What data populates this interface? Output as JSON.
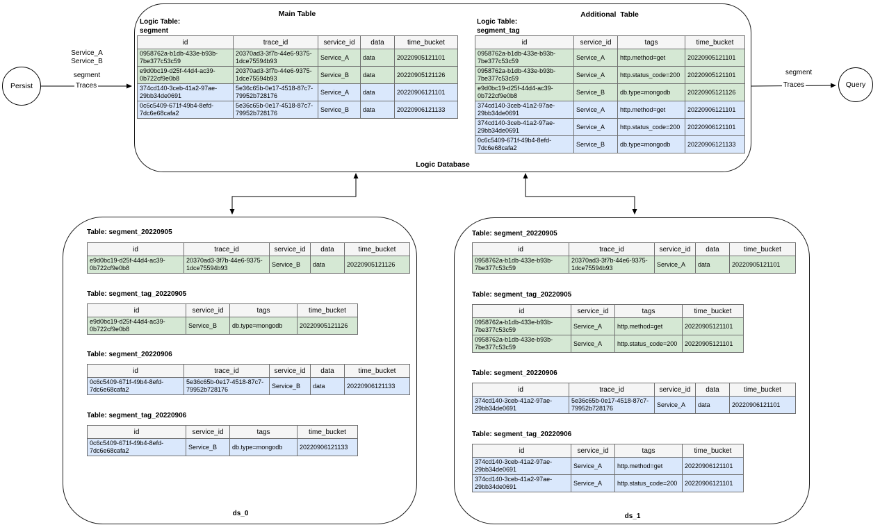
{
  "colors": {
    "green": "#d5e8d4",
    "blue": "#dae8fc",
    "header_bg": "#f5f5f5"
  },
  "nodes": {
    "persist": "Persist",
    "query": "Query"
  },
  "edges": {
    "persist": {
      "labels": [
        "Service_A",
        "Service_B",
        "segment"
      ],
      "line_label": "Traces"
    },
    "query": {
      "labels": [
        "segment"
      ],
      "line_label": "Traces"
    }
  },
  "logic_database": {
    "footer_label": "Logic Database",
    "main": {
      "title": "Main Table",
      "caption_line1": "Logic Table:",
      "caption_line2": "segment",
      "table": {
        "columns": [
          "id",
          "trace_id",
          "service_id",
          "data",
          "time_bucket"
        ],
        "rows": [
          {
            "color": "green",
            "cells": [
              "0958762a-b1db-433e-b93b-7be377c53c59",
              "20370ad3-3f7b-44e6-9375-1dce75594b93",
              "Service_A",
              "data",
              "20220905121101"
            ]
          },
          {
            "color": "green",
            "cells": [
              "e9d0bc19-d25f-44d4-ac39-0b722cf9e0b8",
              "20370ad3-3f7b-44e6-9375-1dce75594b93",
              "Service_B",
              "data",
              "20220905121126"
            ]
          },
          {
            "color": "blue",
            "cells": [
              "374cd140-3ceb-41a2-97ae-29bb34de0691",
              "5e36c65b-0e17-4518-87c7-79952b728176",
              "Service_A",
              "data",
              "20220906121101"
            ]
          },
          {
            "color": "blue",
            "cells": [
              "0c6c5409-671f-49b4-8efd-7dc6e68cafa2",
              "5e36c65b-0e17-4518-87c7-79952b728176",
              "Service_B",
              "data",
              "20220906121133"
            ]
          }
        ]
      }
    },
    "additional": {
      "title": "Additional  Table",
      "caption_line1": "Logic Table:",
      "caption_line2": "segment_tag",
      "table": {
        "columns": [
          "id",
          "service_id",
          "tags",
          "time_bucket"
        ],
        "rows": [
          {
            "color": "green",
            "cells": [
              "0958762a-b1db-433e-b93b-7be377c53c59",
              "Service_A",
              "http.method=get",
              "20220905121101"
            ]
          },
          {
            "color": "green",
            "cells": [
              "0958762a-b1db-433e-b93b-7be377c53c59",
              "Service_A",
              "http.status_code=200",
              "20220905121101"
            ]
          },
          {
            "color": "green",
            "cells": [
              "e9d0bc19-d25f-44d4-ac39-0b722cf9e0b8",
              "Service_B",
              "db.type=mongodb",
              "20220905121126"
            ]
          },
          {
            "color": "blue",
            "cells": [
              "374cd140-3ceb-41a2-97ae-29bb34de0691",
              "Service_A",
              "http.method=get",
              "20220906121101"
            ]
          },
          {
            "color": "blue",
            "cells": [
              "374cd140-3ceb-41a2-97ae-29bb34de0691",
              "Service_A",
              "http.status_code=200",
              "20220906121101"
            ]
          },
          {
            "color": "blue",
            "cells": [
              "0c6c5409-671f-49b4-8efd-7dc6e68cafa2",
              "Service_B",
              "db.type=mongodb",
              "20220906121133"
            ]
          }
        ]
      }
    }
  },
  "ds0": {
    "label": "ds_0",
    "tables": [
      {
        "caption": "Table: segment_20220905",
        "columns": [
          "id",
          "trace_id",
          "service_id",
          "data",
          "time_bucket"
        ],
        "rows": [
          {
            "color": "green",
            "cells": [
              "e9d0bc19-d25f-44d4-ac39-0b722cf9e0b8",
              "20370ad3-3f7b-44e6-9375-1dce75594b93",
              "Service_B",
              "data",
              "20220905121126"
            ]
          }
        ]
      },
      {
        "caption": "Table: segment_tag_20220905",
        "columns": [
          "id",
          "service_id",
          "tags",
          "time_bucket"
        ],
        "rows": [
          {
            "color": "green",
            "cells": [
              "e9d0bc19-d25f-44d4-ac39-0b722cf9e0b8",
              "Service_B",
              "db.type=mongodb",
              "20220905121126"
            ]
          }
        ]
      },
      {
        "caption": "Table: segment_20220906",
        "columns": [
          "id",
          "trace_id",
          "service_id",
          "data",
          "time_bucket"
        ],
        "rows": [
          {
            "color": "blue",
            "cells": [
              "0c6c5409-671f-49b4-8efd-7dc6e68cafa2",
              "5e36c65b-0e17-4518-87c7-79952b728176",
              "Service_B",
              "data",
              "20220906121133"
            ]
          }
        ]
      },
      {
        "caption": "Table: segment_tag_20220906",
        "columns": [
          "id",
          "service_id",
          "tags",
          "time_bucket"
        ],
        "rows": [
          {
            "color": "blue",
            "cells": [
              "0c6c5409-671f-49b4-8efd-7dc6e68cafa2",
              "Service_B",
              "db.type=mongodb",
              "20220906121133"
            ]
          }
        ]
      }
    ]
  },
  "ds1": {
    "label": "ds_1",
    "tables": [
      {
        "caption": "Table: segment_20220905",
        "columns": [
          "id",
          "trace_id",
          "service_id",
          "data",
          "time_bucket"
        ],
        "rows": [
          {
            "color": "green",
            "cells": [
              "0958762a-b1db-433e-b93b-7be377c53c59",
              "20370ad3-3f7b-44e6-9375-1dce75594b93",
              "Service_A",
              "data",
              "20220905121101"
            ]
          }
        ]
      },
      {
        "caption": "Table: segment_tag_20220905",
        "columns": [
          "id",
          "service_id",
          "tags",
          "time_bucket"
        ],
        "rows": [
          {
            "color": "green",
            "cells": [
              "0958762a-b1db-433e-b93b-7be377c53c59",
              "Service_A",
              "http.method=get",
              "20220905121101"
            ]
          },
          {
            "color": "green",
            "cells": [
              "0958762a-b1db-433e-b93b-7be377c53c59",
              "Service_A",
              "http.status_code=200",
              "20220905121101"
            ]
          }
        ]
      },
      {
        "caption": "Table: segment_20220906",
        "columns": [
          "id",
          "trace_id",
          "service_id",
          "data",
          "time_bucket"
        ],
        "rows": [
          {
            "color": "blue",
            "cells": [
              "374cd140-3ceb-41a2-97ae-29bb34de0691",
              "5e36c65b-0e17-4518-87c7-79952b728176",
              "Service_A",
              "data",
              "20220906121101"
            ]
          }
        ]
      },
      {
        "caption": "Table: segment_tag_20220906",
        "columns": [
          "id",
          "service_id",
          "tags",
          "time_bucket"
        ],
        "rows": [
          {
            "color": "blue",
            "cells": [
              "374cd140-3ceb-41a2-97ae-29bb34de0691",
              "Service_A",
              "http.method=get",
              "20220906121101"
            ]
          },
          {
            "color": "blue",
            "cells": [
              "374cd140-3ceb-41a2-97ae-29bb34de0691",
              "Service_A",
              "http.status_code=200",
              "20220906121101"
            ]
          }
        ]
      }
    ]
  }
}
